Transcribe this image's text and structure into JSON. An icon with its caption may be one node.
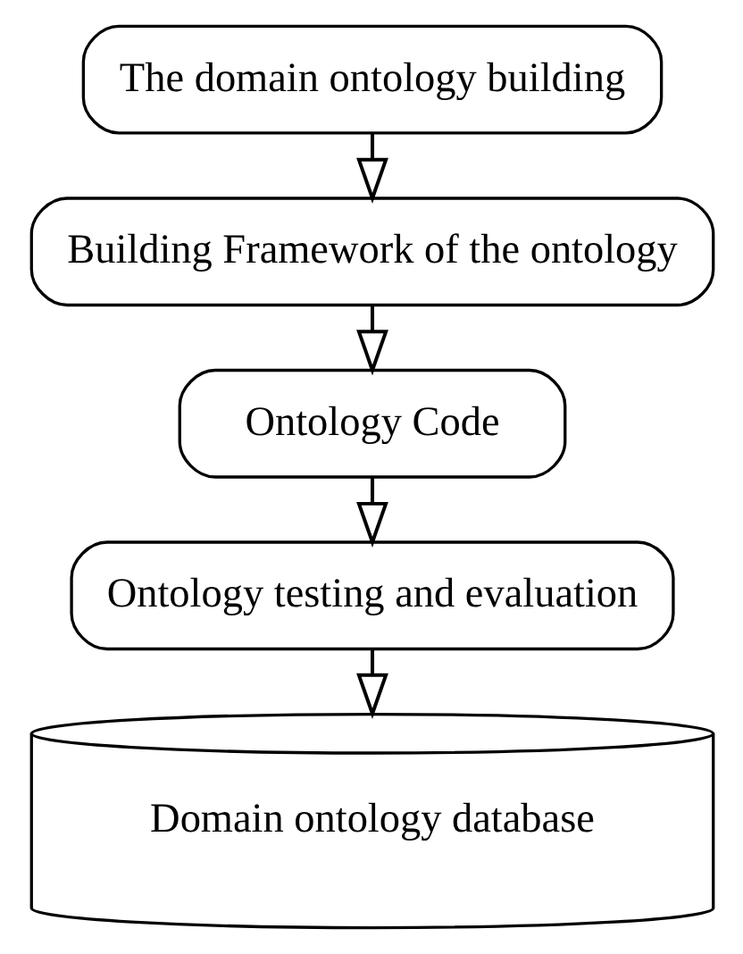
{
  "diagram": {
    "nodes": [
      {
        "text": [
          "The domain ontology building"
        ]
      },
      {
        "text": [
          "Building Framework of the ontology"
        ]
      },
      {
        "text": [
          "Ontology Code"
        ]
      },
      {
        "text": [
          "Ontology testing and evaluation"
        ]
      },
      {
        "text": [
          "Domain ontology database"
        ]
      }
    ],
    "edges": [
      {
        "from": 0,
        "to": 1,
        "arrow": "to"
      },
      {
        "from": 1,
        "to": 2,
        "arrow": "to"
      },
      {
        "from": 2,
        "to": 3,
        "arrow": "to"
      },
      {
        "from": 3,
        "to": 4,
        "arrow": "to"
      }
    ]
  }
}
